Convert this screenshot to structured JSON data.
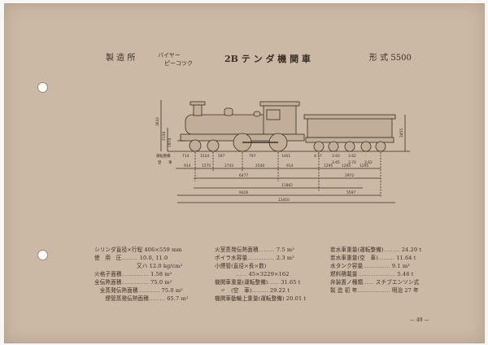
{
  "header": {
    "maker_label": "製 造 所",
    "maker_name_1": "バイヤー",
    "maker_name_2": "ピーコツク",
    "title": "2B テ ン ダ 機 関 車",
    "model": "形 式 5500"
  },
  "drawing": {
    "icons": [
      "locomotive-side-elevation",
      "tender-side-elevation"
    ],
    "left_label_1": "運転整備",
    "left_label_2": "登　　車",
    "heights": [
      "3632",
      "2134",
      "1974"
    ],
    "height_right": "3455",
    "wheel_labels_loco": [
      "714",
      "1524",
      "597",
      "797",
      "1401"
    ],
    "wheel_labels_tender": [
      "4.17",
      "3.93",
      "3.62",
      "3.65",
      "3.74",
      "3.62"
    ],
    "dims_row1": [
      "914",
      "1575",
      "2743",
      "2540",
      "914",
      "1295",
      "1295",
      "1295"
    ],
    "dims_row2": [
      "6477",
      "2972"
    ],
    "dims_row3": [
      "11882"
    ],
    "dims_row4": [
      "9426",
      "5597"
    ],
    "dims_row5": [
      "13410"
    ]
  },
  "specs": {
    "col1": [
      {
        "label": "シリンダ直径×行程",
        "dots": "",
        "value": "406×559 mm"
      },
      {
        "label": "使　用　圧",
        "dots": "………",
        "value": "10.0, 11.0"
      },
      {
        "label": "",
        "dots": "",
        "value": "又ハ 12.0 kg/cm²"
      },
      {
        "label": "火格子面積",
        "dots": "……………",
        "value": "1.58 m²"
      },
      {
        "label": "全伝熱面積",
        "dots": "……………",
        "value": "75.0 m²"
      },
      {
        "label": "　全蒸発伝熱面積",
        "dots": "…………",
        "value": "75.0 m²"
      },
      {
        "label": "　　煙管蒸発伝熱面積",
        "dots": "………",
        "value": "65.7 m²"
      }
    ],
    "col2": [
      {
        "label": "火室蒸発伝熱面積",
        "dots": "………",
        "value": "7.5 m²"
      },
      {
        "label": "ボイラ水容量",
        "dots": "……………",
        "value": "2.3 m³"
      },
      {
        "label": "小煙管(直径×長×数)",
        "dots": "",
        "value": ""
      },
      {
        "label": "",
        "dots": "……",
        "value": "45×3229×162"
      },
      {
        "label": "機関車重量(運転整備)",
        "dots": "……",
        "value": "31.65 t"
      },
      {
        "label": "　〃　(空　車)",
        "dots": "………",
        "value": "29.22 t"
      },
      {
        "label": "機関車動輪上重量(運転整備)",
        "dots": "",
        "value": "20.01 t"
      }
    ],
    "col3": [
      {
        "label": "炭水車重量(運転整備)",
        "dots": "………",
        "value": "24.20 t"
      },
      {
        "label": "炭水車重量(空　車)",
        "dots": "………",
        "value": "11.64 t"
      },
      {
        "label": "水タンク容量",
        "dots": "……………",
        "value": "9.1 m³"
      },
      {
        "label": "燃料積載量",
        "dots": "…………………",
        "value": "5.46 t"
      },
      {
        "label": "弁装置ノ種類",
        "dots": "……",
        "value": "スチブエンソン式"
      },
      {
        "label": "製 造 初 年",
        "dots": "………………",
        "value": "明治 27 年"
      }
    ]
  },
  "page_number": "— 49 —",
  "colors": {
    "paper": "#cbb9a5",
    "ink": "#3a2e24",
    "background": "#f7f7f5"
  }
}
